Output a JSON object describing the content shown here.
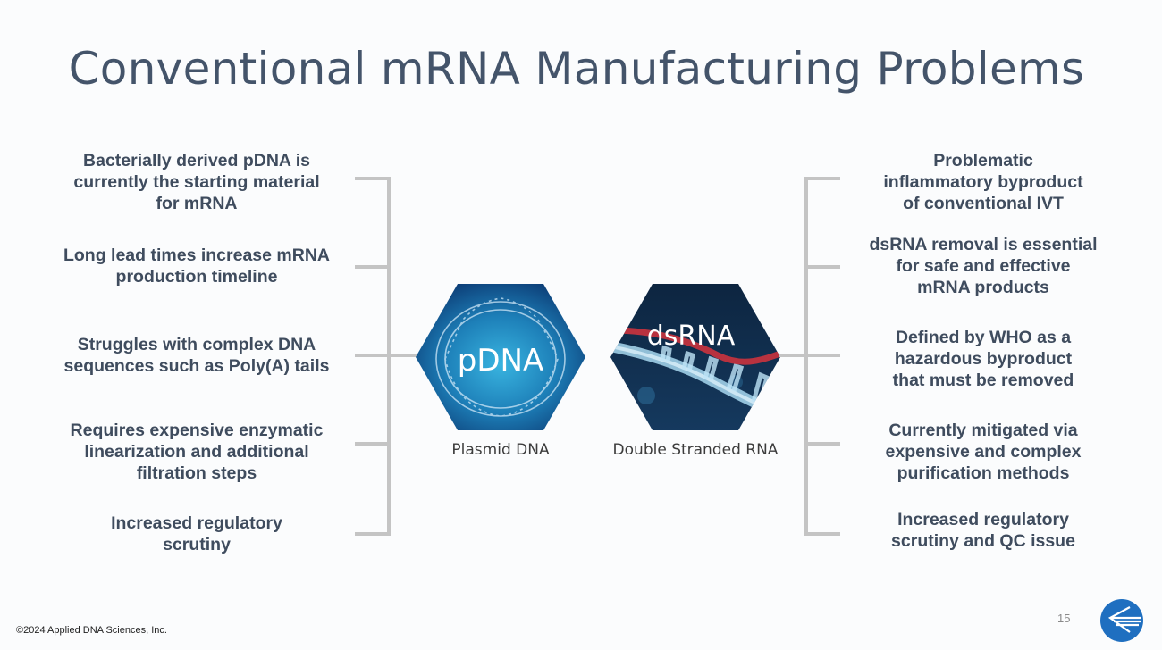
{
  "slide": {
    "title": "Conventional mRNA Manufacturing Problems",
    "page_number": "15",
    "copyright": "©2024 Applied DNA Sciences, Inc."
  },
  "left_points": [
    {
      "lines": [
        "Bacterially derived pDNA is",
        "currently the starting material",
        "for mRNA"
      ]
    },
    {
      "lines": [
        "Long lead times increase mRNA",
        "production timeline"
      ]
    },
    {
      "lines": [
        "Struggles with complex DNA",
        "sequences such as Poly(A) tails"
      ]
    },
    {
      "lines": [
        "Requires expensive enzymatic",
        "linearization and additional",
        "filtration steps"
      ]
    },
    {
      "lines": [
        "Increased regulatory",
        "scrutiny"
      ]
    }
  ],
  "right_points": [
    {
      "lines": [
        "Problematic",
        "inflammatory byproduct",
        "of conventional IVT"
      ]
    },
    {
      "lines": [
        "dsRNA removal is essential",
        "for safe and effective",
        "mRNA products"
      ]
    },
    {
      "lines": [
        "Defined by WHO as a",
        "hazardous byproduct",
        "that must be removed"
      ]
    },
    {
      "lines": [
        "Currently mitigated via",
        "expensive and complex",
        "purification methods"
      ]
    },
    {
      "lines": [
        "Increased regulatory",
        "scrutiny and QC issue"
      ]
    }
  ],
  "hexagons": [
    {
      "overlay_text": "pDNA",
      "caption": "Plasmid DNA",
      "icon": "dna-helix-image"
    },
    {
      "overlay_text": "dsRNA",
      "caption": "Double Stranded RNA",
      "icon": "rna-strand-image"
    }
  ],
  "colors": {
    "title": "#44546a",
    "body_text": "#3f4c5e",
    "bracket": "#c4c4c4",
    "pdna_blue": "#1a78b0",
    "dsrna_navy": "#0f2a47",
    "dsrna_red": "#b8323f",
    "logo_blue": "#1f6fc0"
  }
}
